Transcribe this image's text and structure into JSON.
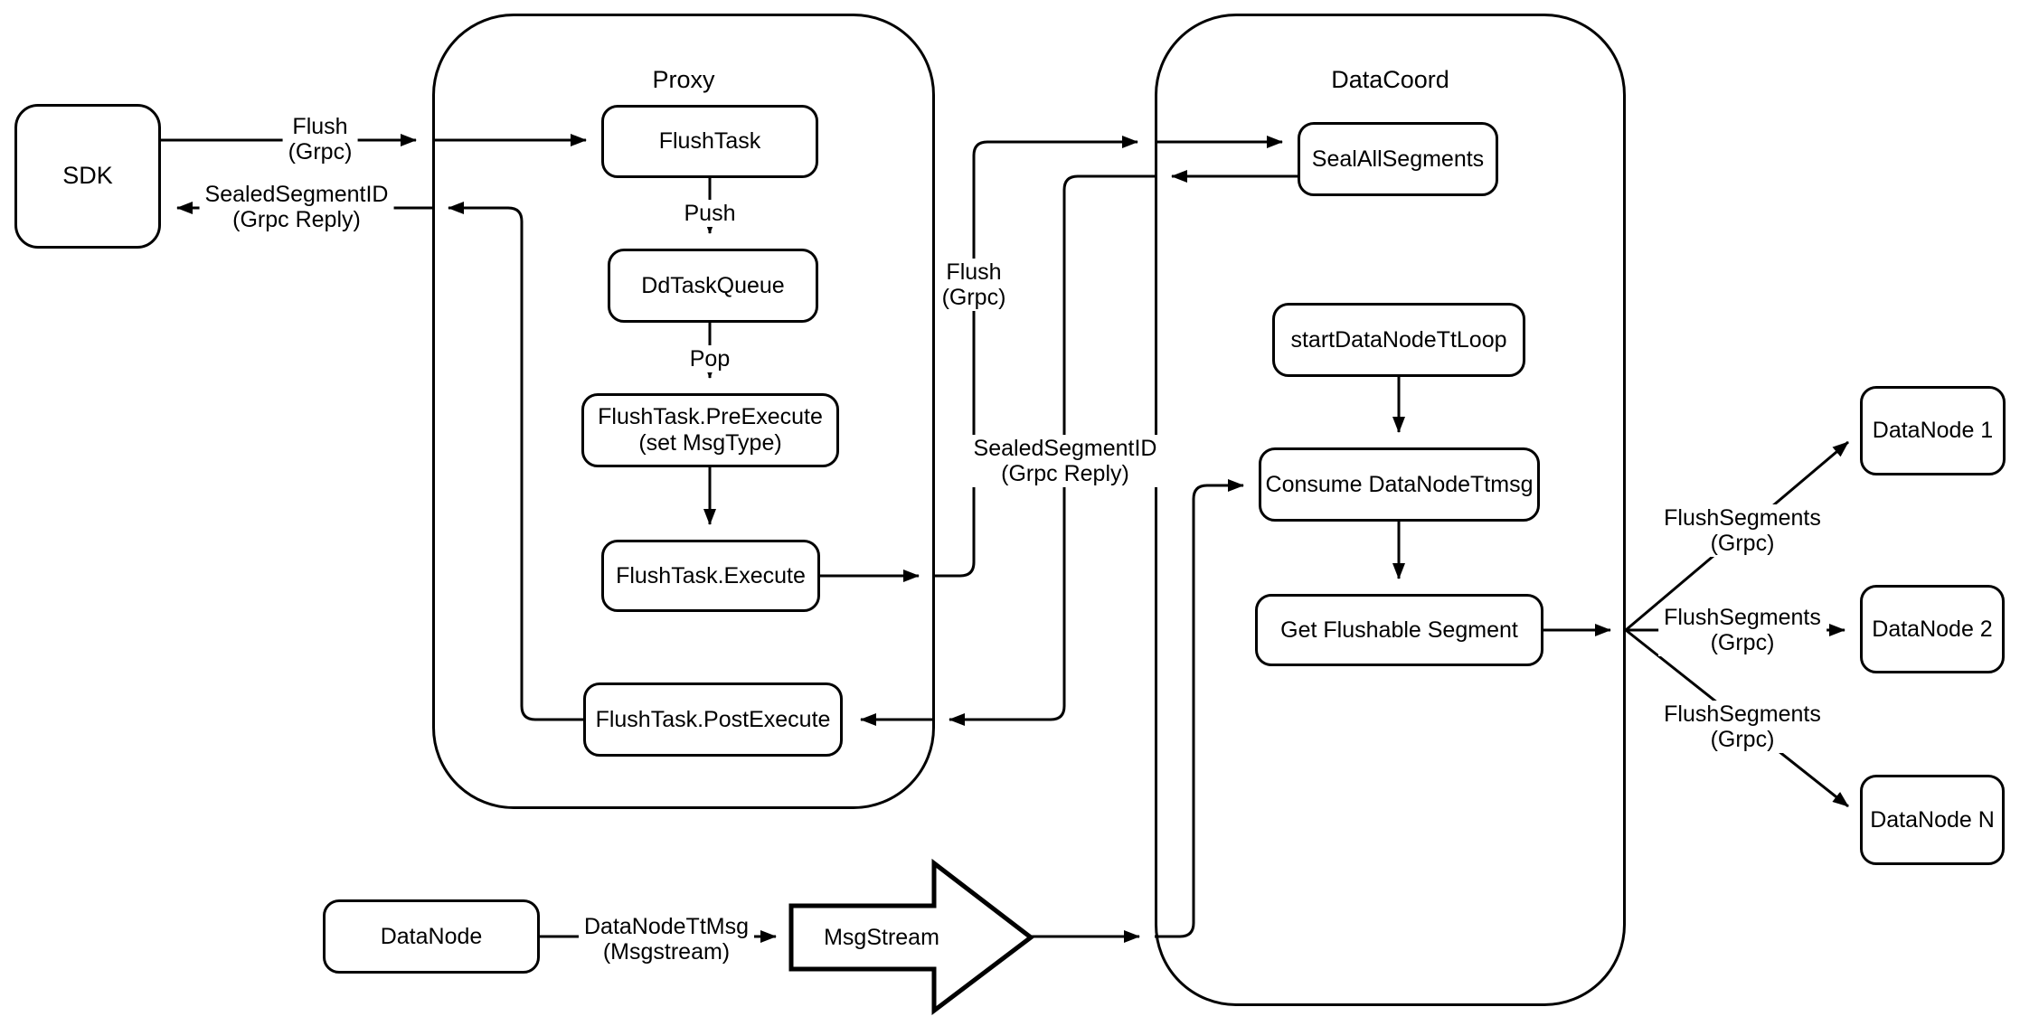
{
  "diagram": {
    "colors": {
      "stroke": "#000000",
      "fill": "#ffffff",
      "text": "#000000"
    },
    "containers": {
      "proxy": {
        "title": "Proxy"
      },
      "datacoord": {
        "title": "DataCoord"
      }
    },
    "nodes": {
      "sdk": {
        "label": "SDK"
      },
      "flush_task": {
        "label": "FlushTask"
      },
      "dd_task_queue": {
        "label": "DdTaskQueue"
      },
      "pre_execute": {
        "label": "FlushTask.PreExecute",
        "sublabel": "(set MsgType)"
      },
      "execute": {
        "label": "FlushTask.Execute"
      },
      "post_execute": {
        "label": "FlushTask.PostExecute"
      },
      "seal_all_segments": {
        "label": "SealAllSegments"
      },
      "start_datanode_tt_loop": {
        "label": "startDataNodeTtLoop"
      },
      "consume_datanode_ttmsg": {
        "label": "Consume DataNodeTtmsg"
      },
      "get_flushable_segment": {
        "label": "Get Flushable Segment"
      },
      "datanode": {
        "label": "DataNode"
      },
      "datanode_1": {
        "label": "DataNode 1"
      },
      "datanode_2": {
        "label": "DataNode 2"
      },
      "datanode_n": {
        "label": "DataNode N"
      },
      "msgstream": {
        "label": "MsgStream"
      }
    },
    "edge_labels": {
      "flush_sdk": {
        "line1": "Flush",
        "line2": "(Grpc)"
      },
      "sealed_sdk": {
        "line1": "SealedSegmentID",
        "line2": "(Grpc Reply)"
      },
      "push": {
        "line1": "Push"
      },
      "pop": {
        "line1": "Pop"
      },
      "flush_mid": {
        "line1": "Flush",
        "line2": "(Grpc)"
      },
      "sealed_mid": {
        "line1": "SealedSegmentID",
        "line2": "(Grpc Reply)"
      },
      "flush_segments_1": {
        "line1": "FlushSegments",
        "line2": "(Grpc)"
      },
      "flush_segments_2": {
        "line1": "FlushSegments",
        "line2": "(Grpc)"
      },
      "flush_segments_3": {
        "line1": "FlushSegments",
        "line2": "(Grpc)"
      },
      "datanode_tt_msg": {
        "line1": "DataNodeTtMsg",
        "line2": "(Msgstream)"
      }
    }
  }
}
